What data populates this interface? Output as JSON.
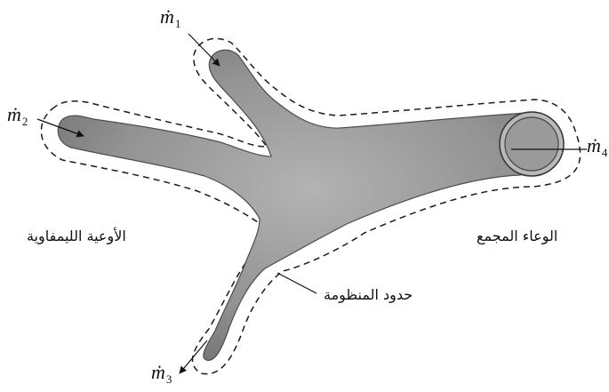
{
  "labels": {
    "m1": {
      "symbol": "ṁ",
      "sub": "1"
    },
    "m2": {
      "symbol": "ṁ",
      "sub": "2"
    },
    "m3": {
      "symbol": "ṁ",
      "sub": "3"
    },
    "m4": {
      "symbol": "ṁ",
      "sub": "4"
    },
    "lymph_vessels": "الأوعية الليمفاوية",
    "collecting_vessel": "الوعاء المجمع",
    "system_boundary": "حدود المنظومة"
  },
  "colors": {
    "vessel_body": "#8e8e8e",
    "vessel_edge": "#4d4d4d",
    "boundary": "#1a1a1a",
    "text": "#111111"
  }
}
